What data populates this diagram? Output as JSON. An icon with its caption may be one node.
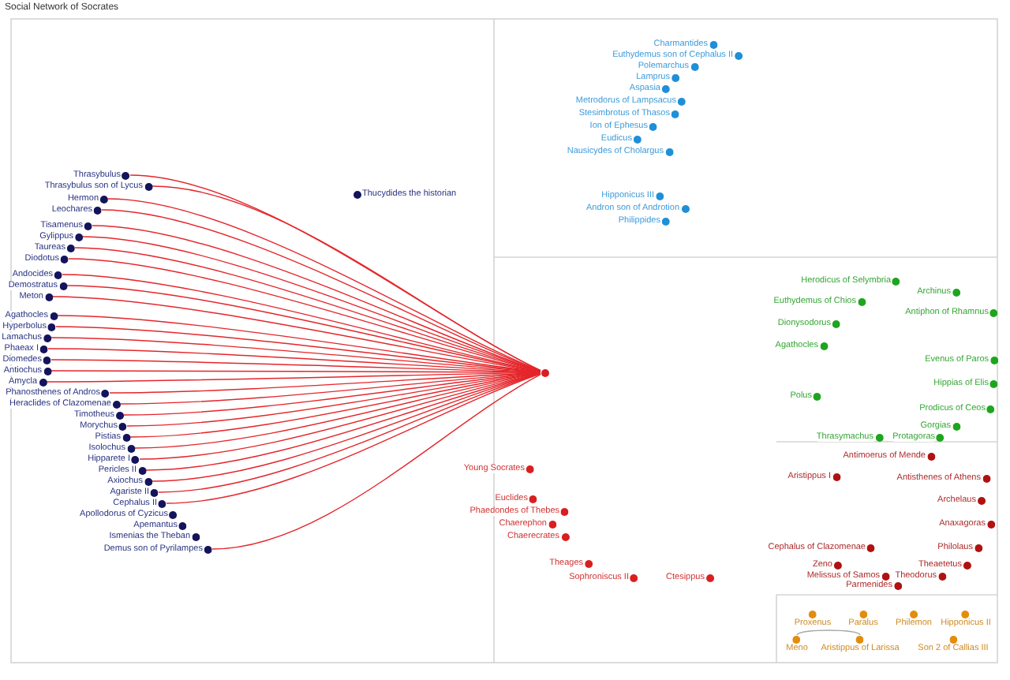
{
  "diagram": {
    "title": "Social Network of Socrates",
    "nodes": [
      {
        "text": [
          "Thrasybulus"
        ]
      },
      {
        "text": [
          "Thrasybulus son of Lycus"
        ]
      },
      {
        "text": [
          "Hermon"
        ]
      },
      {
        "text": [
          "Leochares"
        ]
      },
      {
        "text": [
          "Tisamenus"
        ]
      },
      {
        "text": [
          "Gylippus"
        ]
      },
      {
        "text": [
          "Taureas"
        ]
      },
      {
        "text": [
          "Diodotus"
        ]
      },
      {
        "text": [
          "Andocides"
        ]
      },
      {
        "text": [
          "Demostratus"
        ]
      },
      {
        "text": [
          "Meton"
        ]
      },
      {
        "text": [
          "Agathocles"
        ]
      },
      {
        "text": [
          "Hyperbolus"
        ]
      },
      {
        "text": [
          "Lamachus"
        ]
      },
      {
        "text": [
          "Phaeax I"
        ]
      },
      {
        "text": [
          "Diomedes"
        ]
      },
      {
        "text": [
          "Antiochus"
        ]
      },
      {
        "text": [
          "Amycla"
        ]
      },
      {
        "text": [
          "Phanosthenes of Andros"
        ]
      },
      {
        "text": [
          "Heraclides of Clazomenae"
        ]
      },
      {
        "text": [
          "Timotheus"
        ]
      },
      {
        "text": [
          "Morychus"
        ]
      },
      {
        "text": [
          "Pistias"
        ]
      },
      {
        "text": [
          "Isolochus"
        ]
      },
      {
        "text": [
          "Hipparete I"
        ]
      },
      {
        "text": [
          "Pericles II"
        ]
      },
      {
        "text": [
          "Axiochus"
        ]
      },
      {
        "text": [
          "Agariste II"
        ]
      },
      {
        "text": [
          "Cephalus II"
        ]
      },
      {
        "text": [
          "Apollodorus of Cyzicus"
        ]
      },
      {
        "text": [
          "Apemantus"
        ]
      },
      {
        "text": [
          "Ismenias the Theban"
        ]
      },
      {
        "text": [
          "Demus son of Pyrilampes"
        ]
      },
      {
        "text": [
          "Thucydides the historian"
        ]
      },
      {
        "text": [
          "Charmantides"
        ]
      },
      {
        "text": [
          "Euthydemus son of Cephalus II"
        ]
      },
      {
        "text": [
          "Polemarchus"
        ]
      },
      {
        "text": [
          "Lamprus"
        ]
      },
      {
        "text": [
          "Aspasia"
        ]
      },
      {
        "text": [
          "Metrodorus of Lampsacus"
        ]
      },
      {
        "text": [
          "Stesimbrotus of Thasos"
        ]
      },
      {
        "text": [
          "Ion of Ephesus"
        ]
      },
      {
        "text": [
          "Eudicus"
        ]
      },
      {
        "text": [
          "Nausicydes of Cholargus"
        ]
      },
      {
        "text": [
          "Hipponicus III"
        ]
      },
      {
        "text": [
          "Andron son of Androtion"
        ]
      },
      {
        "text": [
          "Philippides"
        ]
      },
      {
        "text": [
          "Herodicus of Selymbria"
        ]
      },
      {
        "text": [
          "Archinus"
        ]
      },
      {
        "text": [
          "Euthydemus of Chios"
        ]
      },
      {
        "text": [
          "Antiphon of Rhamnus"
        ]
      },
      {
        "text": [
          "Dionysodorus"
        ]
      },
      {
        "text": [
          "Agathocles"
        ]
      },
      {
        "text": [
          "Evenus of Paros"
        ]
      },
      {
        "text": [
          "Hippias of Elis"
        ]
      },
      {
        "text": [
          "Polus"
        ]
      },
      {
        "text": [
          "Prodicus of Ceos"
        ]
      },
      {
        "text": [
          "Gorgias"
        ]
      },
      {
        "text": [
          "Thrasymachus"
        ]
      },
      {
        "text": [
          "Protagoras"
        ]
      },
      {
        "text": [],
        "shape": "circle"
      },
      {
        "text": [
          "Young Socrates"
        ]
      },
      {
        "text": [
          "Euclides"
        ]
      },
      {
        "text": [
          "Phaedondes of Thebes"
        ]
      },
      {
        "text": [
          "Chaerephon"
        ]
      },
      {
        "text": [
          "Chaerecrates"
        ]
      },
      {
        "text": [
          "Theages"
        ]
      },
      {
        "text": [
          "Sophroniscus II"
        ]
      },
      {
        "text": [
          "Ctesippus"
        ]
      },
      {
        "text": [
          "Antimoerus of Mende"
        ]
      },
      {
        "text": [
          "Aristippus I"
        ]
      },
      {
        "text": [
          "Antisthenes of Athens"
        ]
      },
      {
        "text": [
          "Archelaus"
        ]
      },
      {
        "text": [
          "Anaxagoras"
        ]
      },
      {
        "text": [
          "Cephalus of Clazomenae"
        ]
      },
      {
        "text": [
          "Philolaus"
        ]
      },
      {
        "text": [
          "Zeno"
        ]
      },
      {
        "text": [
          "Theaetetus"
        ]
      },
      {
        "text": [
          "Melissus of Samos"
        ]
      },
      {
        "text": [
          "Theodorus"
        ]
      },
      {
        "text": [
          "Parmenides"
        ]
      },
      {
        "text": [
          "Proxenus"
        ]
      },
      {
        "text": [
          "Paralus"
        ]
      },
      {
        "text": [
          "Philemon"
        ]
      },
      {
        "text": [
          "Hipponicus II"
        ]
      },
      {
        "text": [
          "Meno"
        ]
      },
      {
        "text": [
          "Aristippus of Larissa"
        ]
      },
      {
        "text": [
          "Son 2 of Callias III"
        ]
      }
    ],
    "edges": [
      {
        "from": 0,
        "to": 60,
        "arrow": "none"
      },
      {
        "from": 1,
        "to": 60,
        "arrow": "none"
      },
      {
        "from": 2,
        "to": 60,
        "arrow": "none"
      },
      {
        "from": 3,
        "to": 60,
        "arrow": "none"
      },
      {
        "from": 4,
        "to": 60,
        "arrow": "none"
      },
      {
        "from": 5,
        "to": 60,
        "arrow": "none"
      },
      {
        "from": 6,
        "to": 60,
        "arrow": "none"
      },
      {
        "from": 7,
        "to": 60,
        "arrow": "none"
      },
      {
        "from": 8,
        "to": 60,
        "arrow": "none"
      },
      {
        "from": 9,
        "to": 60,
        "arrow": "none"
      },
      {
        "from": 10,
        "to": 60,
        "arrow": "none"
      },
      {
        "from": 11,
        "to": 60,
        "arrow": "none"
      },
      {
        "from": 12,
        "to": 60,
        "arrow": "none"
      },
      {
        "from": 13,
        "to": 60,
        "arrow": "none"
      },
      {
        "from": 14,
        "to": 60,
        "arrow": "none"
      },
      {
        "from": 15,
        "to": 60,
        "arrow": "none"
      },
      {
        "from": 16,
        "to": 60,
        "arrow": "none"
      },
      {
        "from": 17,
        "to": 60,
        "arrow": "none"
      },
      {
        "from": 18,
        "to": 60,
        "arrow": "none"
      },
      {
        "from": 19,
        "to": 60,
        "arrow": "none"
      },
      {
        "from": 20,
        "to": 60,
        "arrow": "none"
      },
      {
        "from": 21,
        "to": 60,
        "arrow": "none"
      },
      {
        "from": 22,
        "to": 60,
        "arrow": "none"
      },
      {
        "from": 23,
        "to": 60,
        "arrow": "none"
      },
      {
        "from": 24,
        "to": 60,
        "arrow": "none"
      },
      {
        "from": 25,
        "to": 60,
        "arrow": "none"
      },
      {
        "from": 26,
        "to": 60,
        "arrow": "none"
      },
      {
        "from": 27,
        "to": 60,
        "arrow": "none"
      },
      {
        "from": 28,
        "to": 60,
        "arrow": "none"
      },
      {
        "from": 32,
        "to": 60,
        "arrow": "none"
      },
      {
        "from": 85,
        "to": 86,
        "arrow": "none",
        "color": "#a6a6a6"
      }
    ]
  }
}
